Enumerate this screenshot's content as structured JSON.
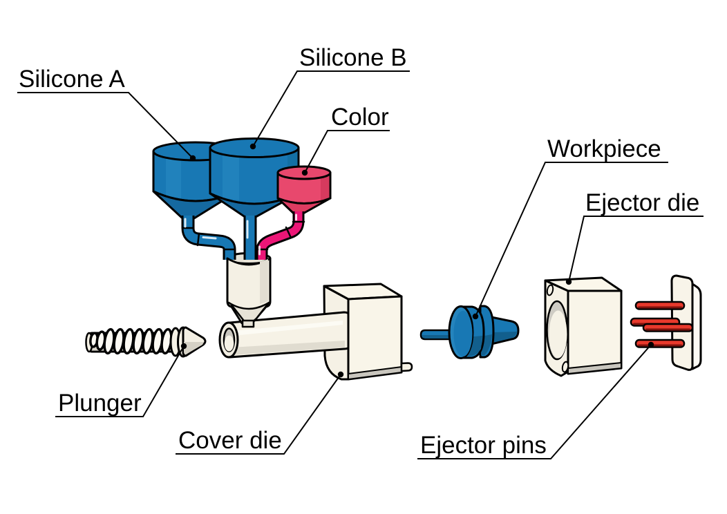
{
  "diagram": {
    "subject": "Liquid silicone injection molding machine - exploded technical diagram",
    "background": "#FFFFFF",
    "labels": {
      "silicone_a": "Silicone A",
      "silicone_b": "Silicone B",
      "color": "Color",
      "workpiece": "Workpiece",
      "ejector_die": "Ejector die",
      "plunger": "Plunger",
      "cover_die": "Cover die",
      "ejector_pins": "Ejector pins"
    },
    "colors": {
      "silicone_blue": "#1878B4",
      "silicone_blue_dark": "#1569A0",
      "silicone_blue_shadow": "#125F8D",
      "pigment_pink": "#E8486D",
      "pigment_pink_dark": "#DD3C61",
      "pigment_tube_magenta": "#EC1677",
      "machine_cream": "#F6F2E6",
      "machine_cream_light": "#FBF7EB",
      "machine_cream_shade": "#E0DCD0",
      "machine_gray": "#C9C6BE",
      "pin_red": "#E8392C",
      "pin_red_dark": "#7E120C",
      "outline_black": "#000000"
    }
  }
}
